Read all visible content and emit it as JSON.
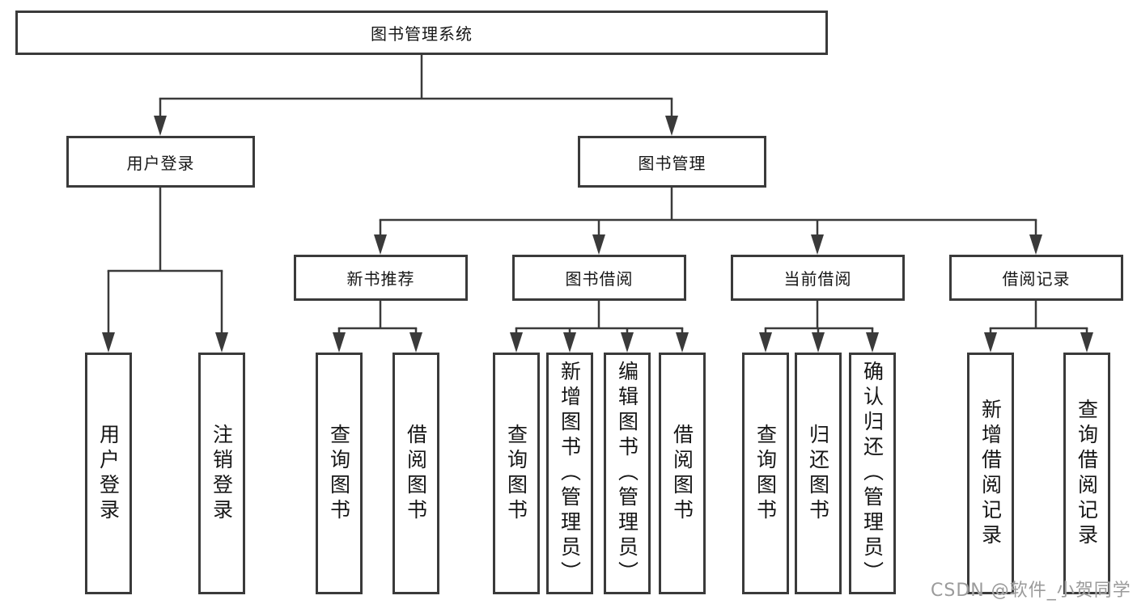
{
  "nodes": {
    "root": {
      "label": "图书管理系统"
    },
    "user_login": {
      "label": "用户登录"
    },
    "book_mgmt": {
      "label": "图书管理"
    },
    "new_book_rec": {
      "label": "新书推荐"
    },
    "book_borrow": {
      "label": "图书借阅"
    },
    "current_borrow": {
      "label": "当前借阅"
    },
    "borrow_records": {
      "label": "借阅记录"
    },
    "leaf_user_login": {
      "label": "用户登录"
    },
    "leaf_logout": {
      "label": "注销登录"
    },
    "leaf_query_book_1": {
      "label": "查询图书"
    },
    "leaf_borrow_book_1": {
      "label": "借阅图书"
    },
    "leaf_query_book_2": {
      "label": "查询图书"
    },
    "leaf_add_book": {
      "label": "新增图书（管理员）"
    },
    "leaf_edit_book": {
      "label": "编辑图书（管理员）"
    },
    "leaf_borrow_book_2": {
      "label": "借阅图书"
    },
    "leaf_query_book_3": {
      "label": "查询图书"
    },
    "leaf_return_book": {
      "label": "归还图书"
    },
    "leaf_confirm_return": {
      "label": "确认归还（管理员）"
    },
    "leaf_add_record": {
      "label": "新增借阅记录"
    },
    "leaf_query_record": {
      "label": "查询借阅记录"
    }
  },
  "hierarchy": [
    {
      "parent": "图书管理系统",
      "children": [
        "用户登录",
        "图书管理"
      ]
    },
    {
      "parent": "用户登录",
      "children": [
        "用户登录",
        "注销登录"
      ]
    },
    {
      "parent": "图书管理",
      "children": [
        "新书推荐",
        "图书借阅",
        "当前借阅",
        "借阅记录"
      ]
    },
    {
      "parent": "新书推荐",
      "children": [
        "查询图书",
        "借阅图书"
      ]
    },
    {
      "parent": "图书借阅",
      "children": [
        "查询图书",
        "新增图书（管理员）",
        "编辑图书（管理员）",
        "借阅图书"
      ]
    },
    {
      "parent": "当前借阅",
      "children": [
        "查询图书",
        "归还图书",
        "确认归还（管理员）"
      ]
    },
    {
      "parent": "借阅记录",
      "children": [
        "新增借阅记录",
        "查询借阅记录"
      ]
    }
  ],
  "watermark": {
    "text": "CSDN @软件_小贺同学"
  },
  "colors": {
    "line": "#3a3a3a",
    "box_border": "#3a3a3a",
    "text": "#161616",
    "background": "#ffffff",
    "watermark": "#9b9b9b"
  }
}
